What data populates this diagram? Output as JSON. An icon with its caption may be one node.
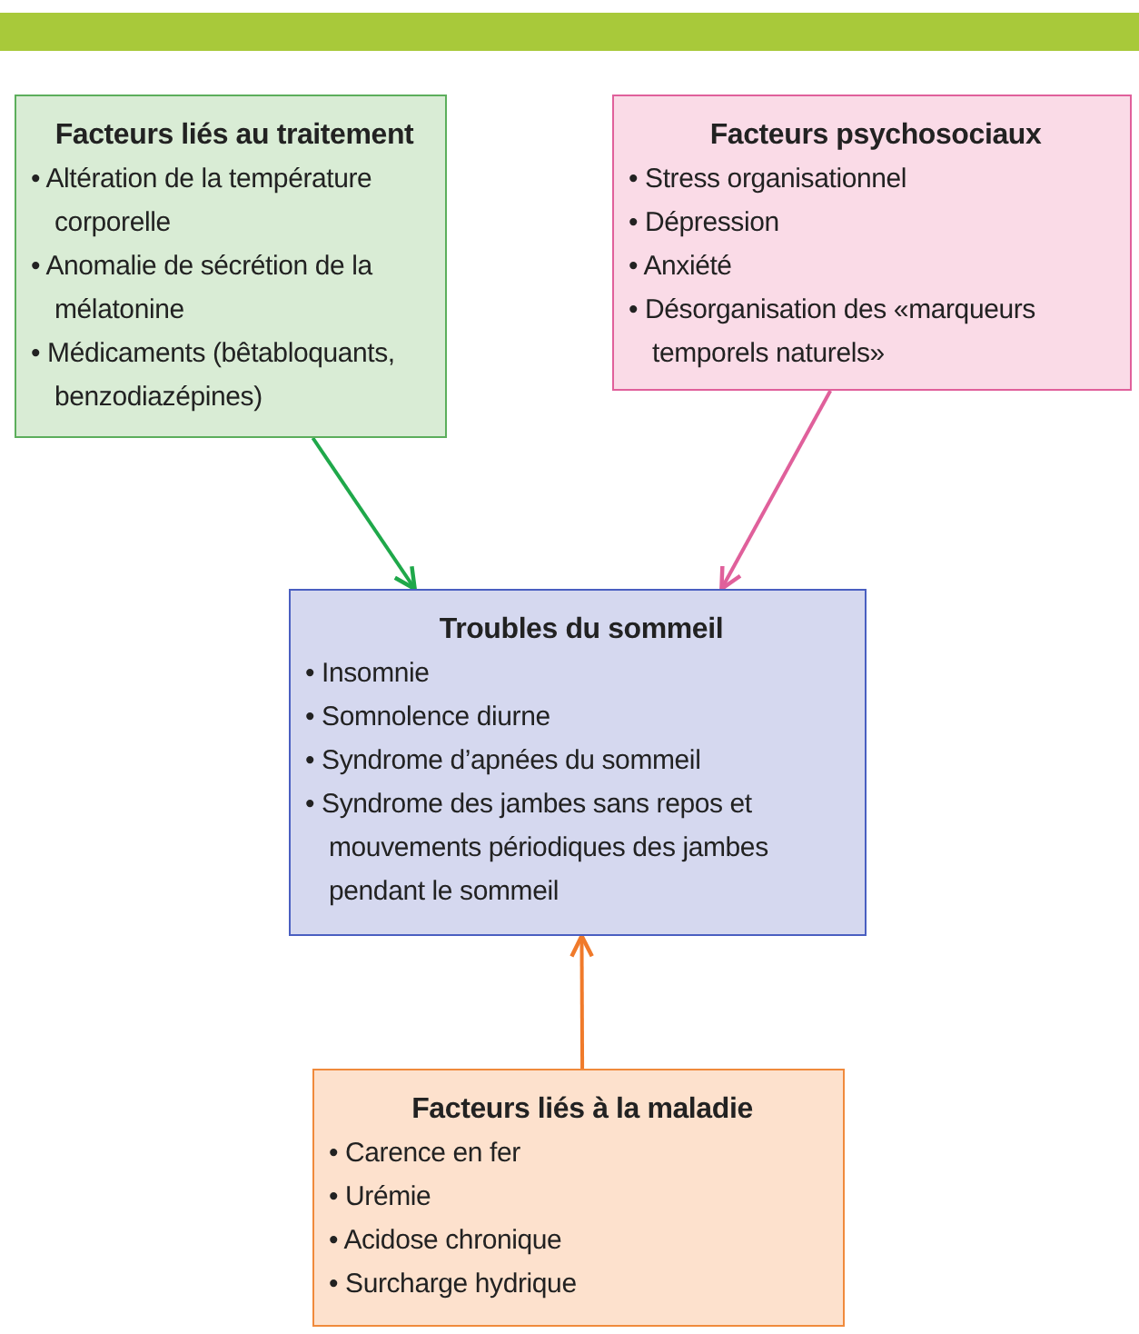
{
  "diagram": {
    "nodes": [
      {
        "text": [
          "Facteurs liés au traitement",
          "• Altération de la température corporelle",
          "• Anomalie de sécrétion de la mélatonine",
          "• Médicaments (bêtabloquants, benzodiazépines)"
        ]
      },
      {
        "text": [
          "Facteurs psychosociaux",
          "• Stress organisationnel",
          "• Dépression",
          "• Anxiété",
          "• Désorganisation des «marqueurs temporels naturels»"
        ]
      },
      {
        "text": [
          "Troubles du sommeil",
          "• Insomnie",
          "• Somnolence diurne",
          "• Syndrome d’apnées du sommeil",
          "• Syndrome des jambes sans repos et mouvements périodiques des jambes pendant le sommeil"
        ]
      },
      {
        "text": [
          "Facteurs liés à la maladie",
          "• Carence en fer",
          "• Urémie",
          "• Acidose chronique",
          "• Surcharge hydrique"
        ]
      }
    ],
    "edges": [
      {
        "from": 0,
        "to": 2,
        "arrow": "to",
        "color": "#1fa84a"
      },
      {
        "from": 1,
        "to": 2,
        "arrow": "to",
        "color": "#e0609b"
      },
      {
        "from": 3,
        "to": 2,
        "arrow": "to",
        "color": "#f07a2a"
      }
    ]
  }
}
